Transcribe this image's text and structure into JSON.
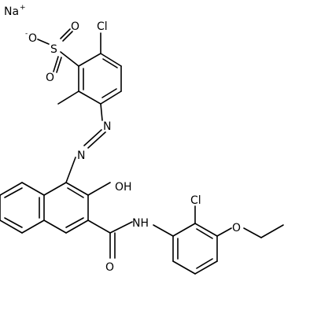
{
  "molecule": {
    "counter_ion": {
      "symbol": "Na",
      "charge": "+"
    },
    "labels": {
      "o_minus": "O",
      "o_minus_charge": "-",
      "s": "S",
      "o_top": "O",
      "o_bottom": "O",
      "cl_top": "Cl",
      "n1": "N",
      "n2": "N",
      "oh": "OH",
      "nh": "NH",
      "o_amide": "O",
      "cl_bottom": "Cl",
      "o_ether": "O"
    }
  }
}
